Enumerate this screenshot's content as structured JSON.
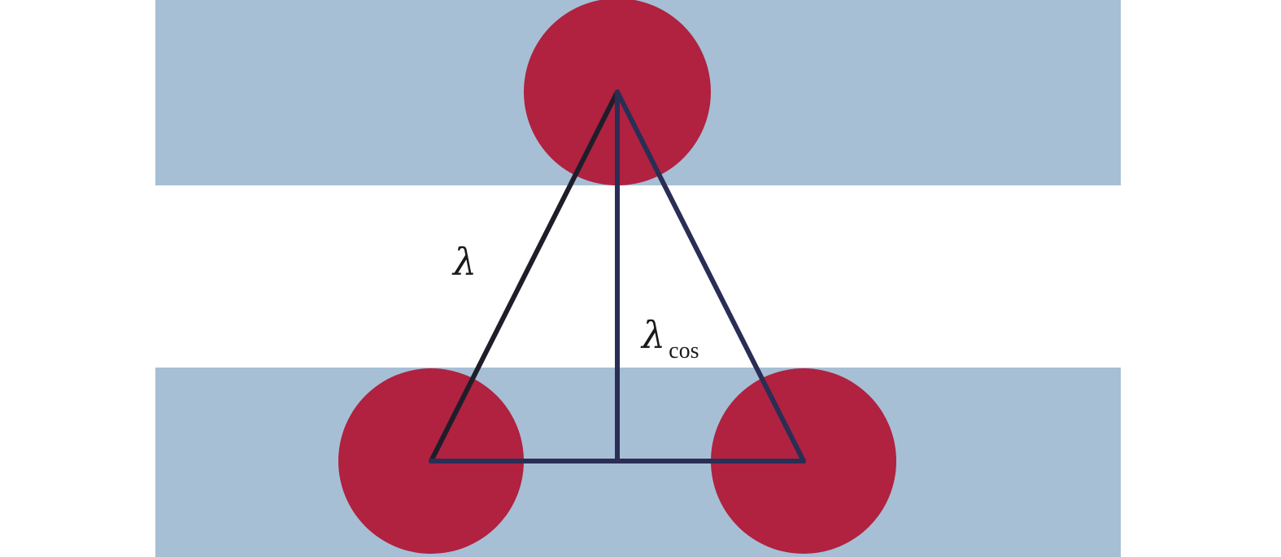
{
  "labels": {
    "side": "λ",
    "height_symbol": "λ",
    "height_subscript": "cos"
  },
  "colors": {
    "background": "#ffffff",
    "band": "#a6bfd5",
    "particle": "#b02240",
    "edge": "#2a2e55",
    "left_edge": "#1e1e2a"
  }
}
